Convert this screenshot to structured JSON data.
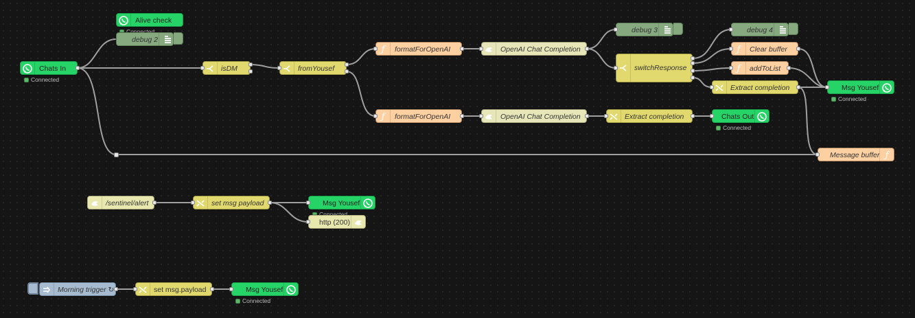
{
  "nodes": {
    "alive_check": {
      "label": "Alive check",
      "status": "Connected"
    },
    "debug2": {
      "label": "debug 2"
    },
    "chats_in": {
      "label": "Chats In",
      "status": "Connected"
    },
    "is_dm": {
      "label": "isDM"
    },
    "from_yousef": {
      "label": "fromYousef"
    },
    "format_top": {
      "label": "formatForOpenAI"
    },
    "openai_top": {
      "label": "OpenAI Chat Completion"
    },
    "debug3": {
      "label": "debug 3"
    },
    "debug4": {
      "label": "debug 4"
    },
    "switch_response": {
      "label": "switchResponse"
    },
    "clear_buffer": {
      "label": "Clear buffer"
    },
    "add_to_list": {
      "label": "addToList"
    },
    "extract_top": {
      "label": "Extract completion"
    },
    "msg_yousef_top": {
      "label": "Msg Yousef",
      "status": "Connected"
    },
    "format_bottom": {
      "label": "formatForOpenAI"
    },
    "openai_bottom": {
      "label": "OpenAI Chat Completion"
    },
    "extract_bottom": {
      "label": "Extract completion"
    },
    "chats_out": {
      "label": "Chats Out",
      "status": "Connected"
    },
    "message_buffer": {
      "label": "Message buffer"
    },
    "sentinel_alert": {
      "label": "/sentinel/alert"
    },
    "set_payload_mid": {
      "label": "set msg payload"
    },
    "msg_yousef_mid": {
      "label": "Msg Yousef",
      "status": "Connected"
    },
    "http_200": {
      "label": "http (200)"
    },
    "morning_trigger": {
      "label": "Morning trigger ↻"
    },
    "set_payload_bottom": {
      "label": "set msg.payload"
    },
    "msg_yousef_bottom": {
      "label": "Msg Yousef",
      "status": "Connected"
    }
  },
  "colors": {
    "whatsapp": "#25d366",
    "function": "#fdd0a2",
    "switch": "#e2d96e",
    "change": "#e2d96e",
    "debug": "#87a980",
    "openai": "#e6e6b8",
    "inject": "#a6bbcf",
    "http": "#e7e7ae",
    "wire": "#9a9a9a",
    "status_connected": "#5fb86a"
  },
  "icons": {
    "whatsapp": "whatsapp-icon",
    "function": "function-icon",
    "switch": "switch-icon",
    "change": "change-icon",
    "debug": "debug-icon",
    "openai": "openai-icon",
    "inject": "inject-icon",
    "http": "http-icon"
  }
}
